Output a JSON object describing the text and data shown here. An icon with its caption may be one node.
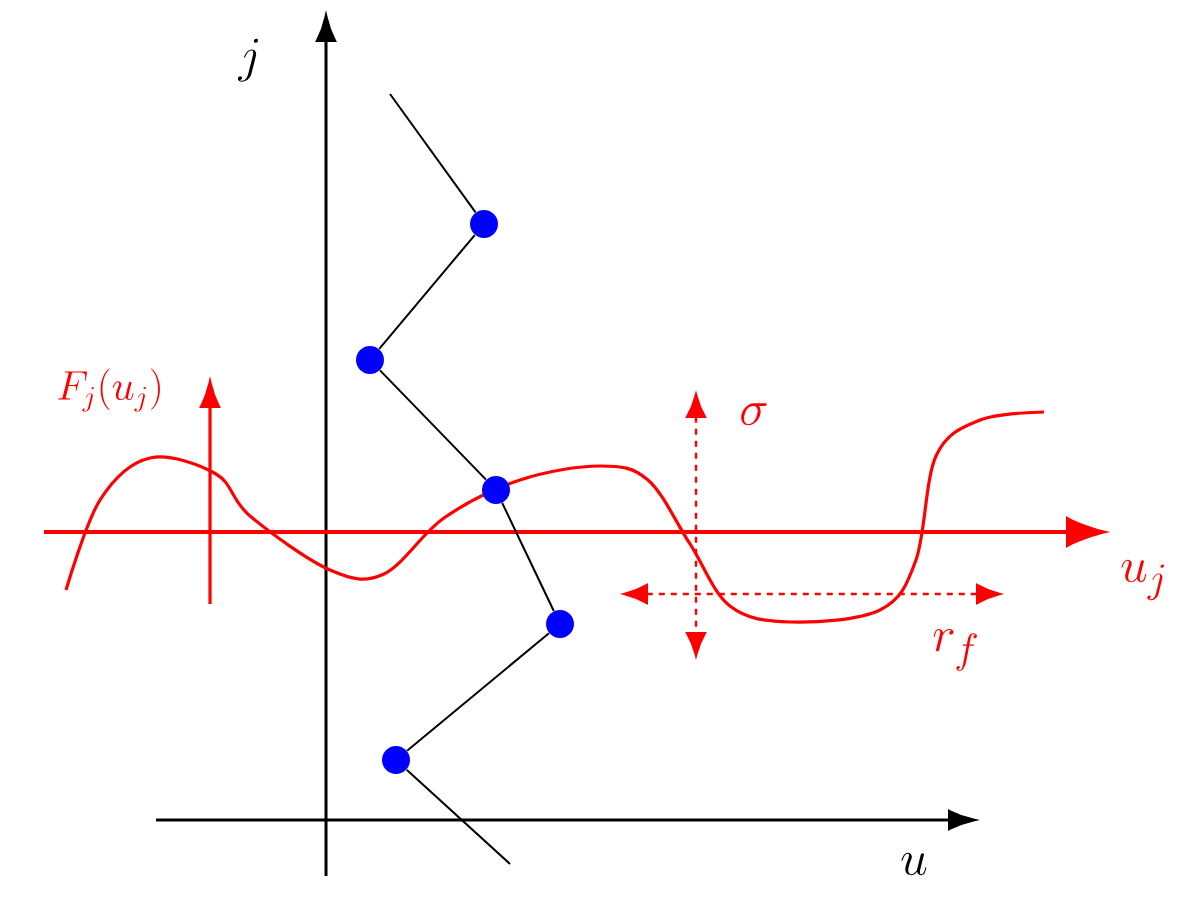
{
  "diagram": {
    "nodes": [
      {
        "text": [],
        "shape": "circle"
      },
      {
        "text": [],
        "shape": "circle"
      },
      {
        "text": [],
        "shape": "circle"
      },
      {
        "text": [],
        "shape": "circle"
      },
      {
        "text": [],
        "shape": "circle"
      }
    ],
    "edges": [
      {
        "from": null,
        "to": 0,
        "arrow": "none"
      },
      {
        "from": 0,
        "to": 1,
        "arrow": "none"
      },
      {
        "from": 1,
        "to": 2,
        "arrow": "none"
      },
      {
        "from": 2,
        "to": 3,
        "arrow": "none"
      },
      {
        "from": 3,
        "to": 4,
        "arrow": "none"
      },
      {
        "from": 4,
        "to": null,
        "arrow": "none"
      }
    ],
    "labels": [
      "j",
      "F_j(u_j)",
      "\\sigma",
      "u_j",
      "r_f",
      "u"
    ]
  }
}
